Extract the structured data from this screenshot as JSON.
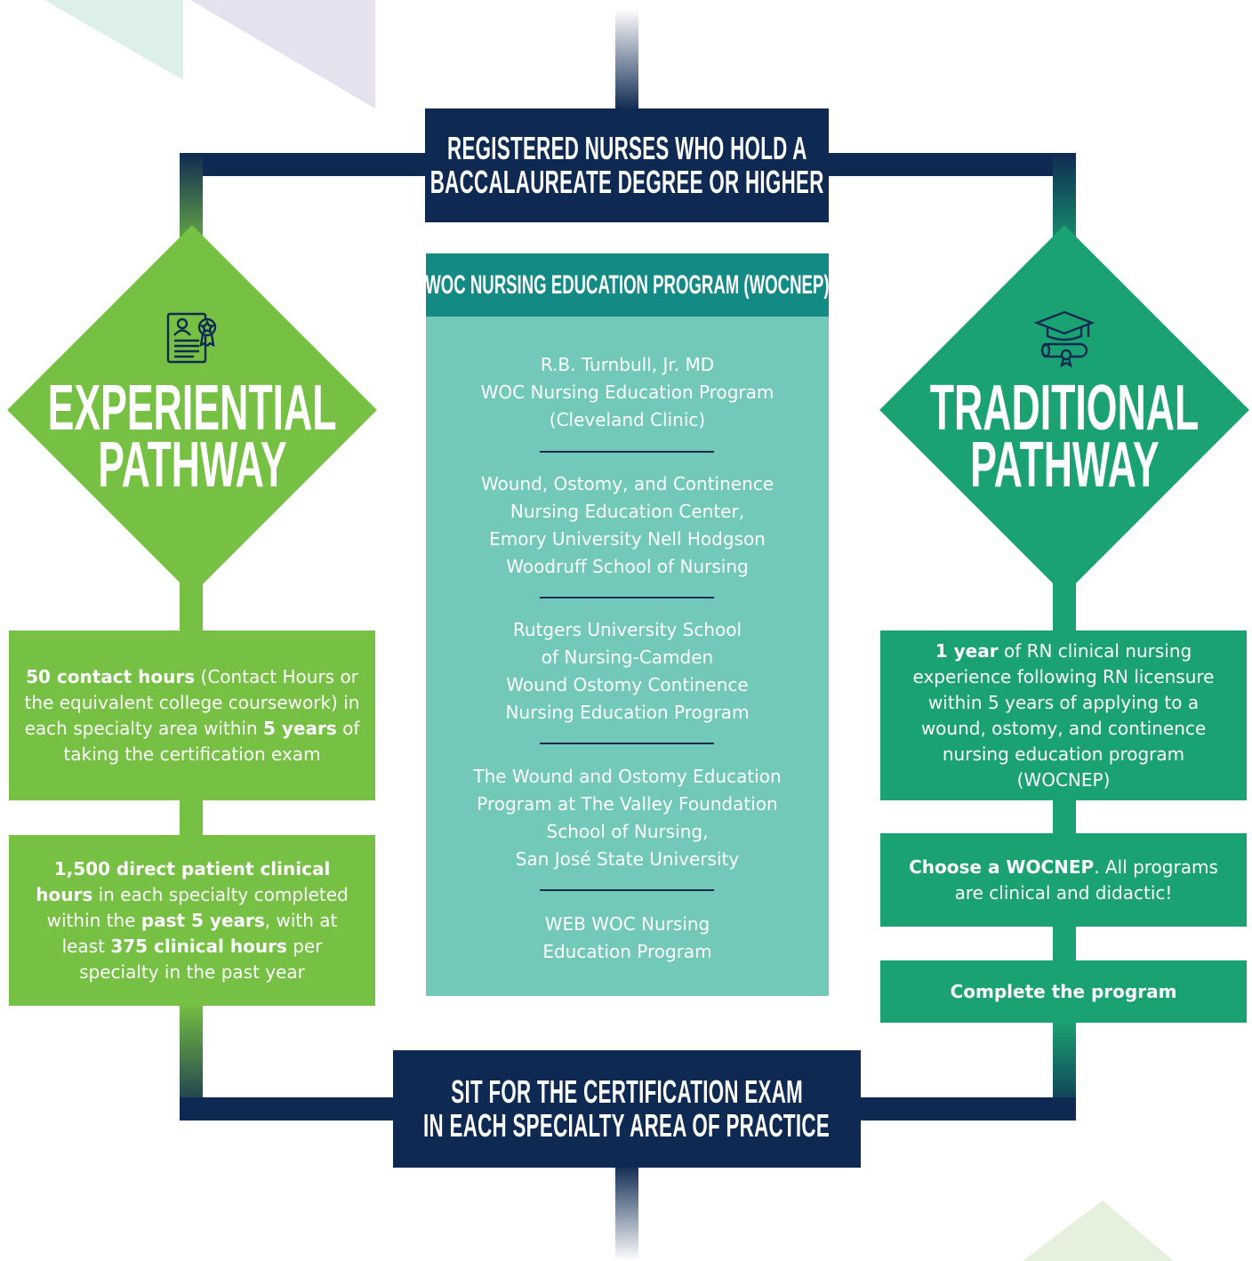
{
  "top_box": {
    "line1": "REGISTERED NURSES WHO HOLD A",
    "line2": "BACCALAUREATE DEGREE OR HIGHER"
  },
  "experiential": {
    "title_line1": "EXPERIENTIAL",
    "title_line2": "PATHWAY",
    "icon": "certificate-icon",
    "box1": {
      "bold1": "50 contact hours",
      "text1": " (Contact Hours or the equivalent college coursework) in each specialty area within ",
      "bold2": "5 years",
      "text2": " of taking the certification exam"
    },
    "box2": {
      "bold1": "1,500 direct patient clinical hours",
      "text1": " in each specialty completed within the ",
      "bold2": "past 5 years",
      "text2": ", with at least ",
      "bold3": "375 clinical hours",
      "text3": " per specialty in the past year"
    }
  },
  "traditional": {
    "title_line1": "TRADITIONAL",
    "title_line2": "PATHWAY",
    "icon": "graduation-cap-diploma-icon",
    "box1": {
      "bold1": "1 year",
      "text1": " of RN clinical nursing experience following RN licensure within 5 years of applying to a wound, ostomy, and continence nursing education program (WOCNEP)"
    },
    "box2": {
      "bold1": "Choose a WOCNEP",
      "text1": ". All programs are clinical and didactic!"
    },
    "box3": {
      "bold1": "Complete the program"
    }
  },
  "programs": {
    "header": "WOC NURSING EDUCATION PROGRAM (WOCNEP)",
    "items": [
      "R.B. Turnbull, Jr. MD\nWOC Nursing Education Program\n(Cleveland Clinic)",
      "Wound, Ostomy, and Continence\nNursing Education Center,\nEmory University Nell Hodgson\nWoodruff School of Nursing",
      "Rutgers University School\nof Nursing-Camden\nWound Ostomy Continence\nNursing Education Program",
      "The Wound and Ostomy Education\nProgram at The Valley Foundation\nSchool of Nursing,\nSan José State University",
      "WEB WOC Nursing\nEducation Program"
    ]
  },
  "bottom_box": {
    "line1": "SIT FOR THE CERTIFICATION EXAM",
    "line2": "IN EACH SPECIALTY AREA OF PRACTICE"
  },
  "colors": {
    "navy": "#0f2a52",
    "experiential_green": "#76c043",
    "traditional_green": "#1aa272",
    "program_teal": "#72c8b9",
    "program_header": "#138a84"
  }
}
